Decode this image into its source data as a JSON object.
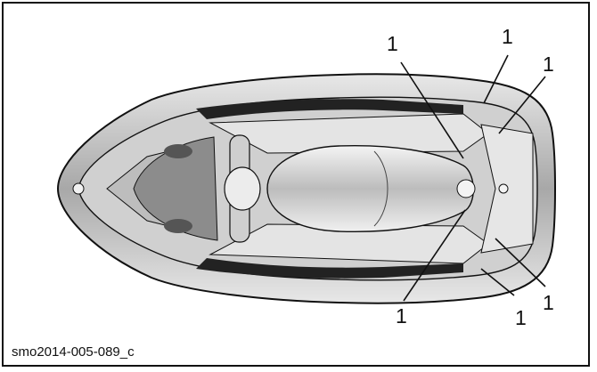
{
  "figure": {
    "code": "smo2014-005-089_c",
    "subject": "personal-watercraft-top-view",
    "callouts": [
      "1",
      "1",
      "1",
      "1",
      "1",
      "1"
    ]
  },
  "colors": {
    "line": "#111111",
    "hull": "#d9d9d9",
    "deck": "#bdbdbd",
    "dark": "#2b2b2b",
    "highlight": "#f2f2f2"
  }
}
